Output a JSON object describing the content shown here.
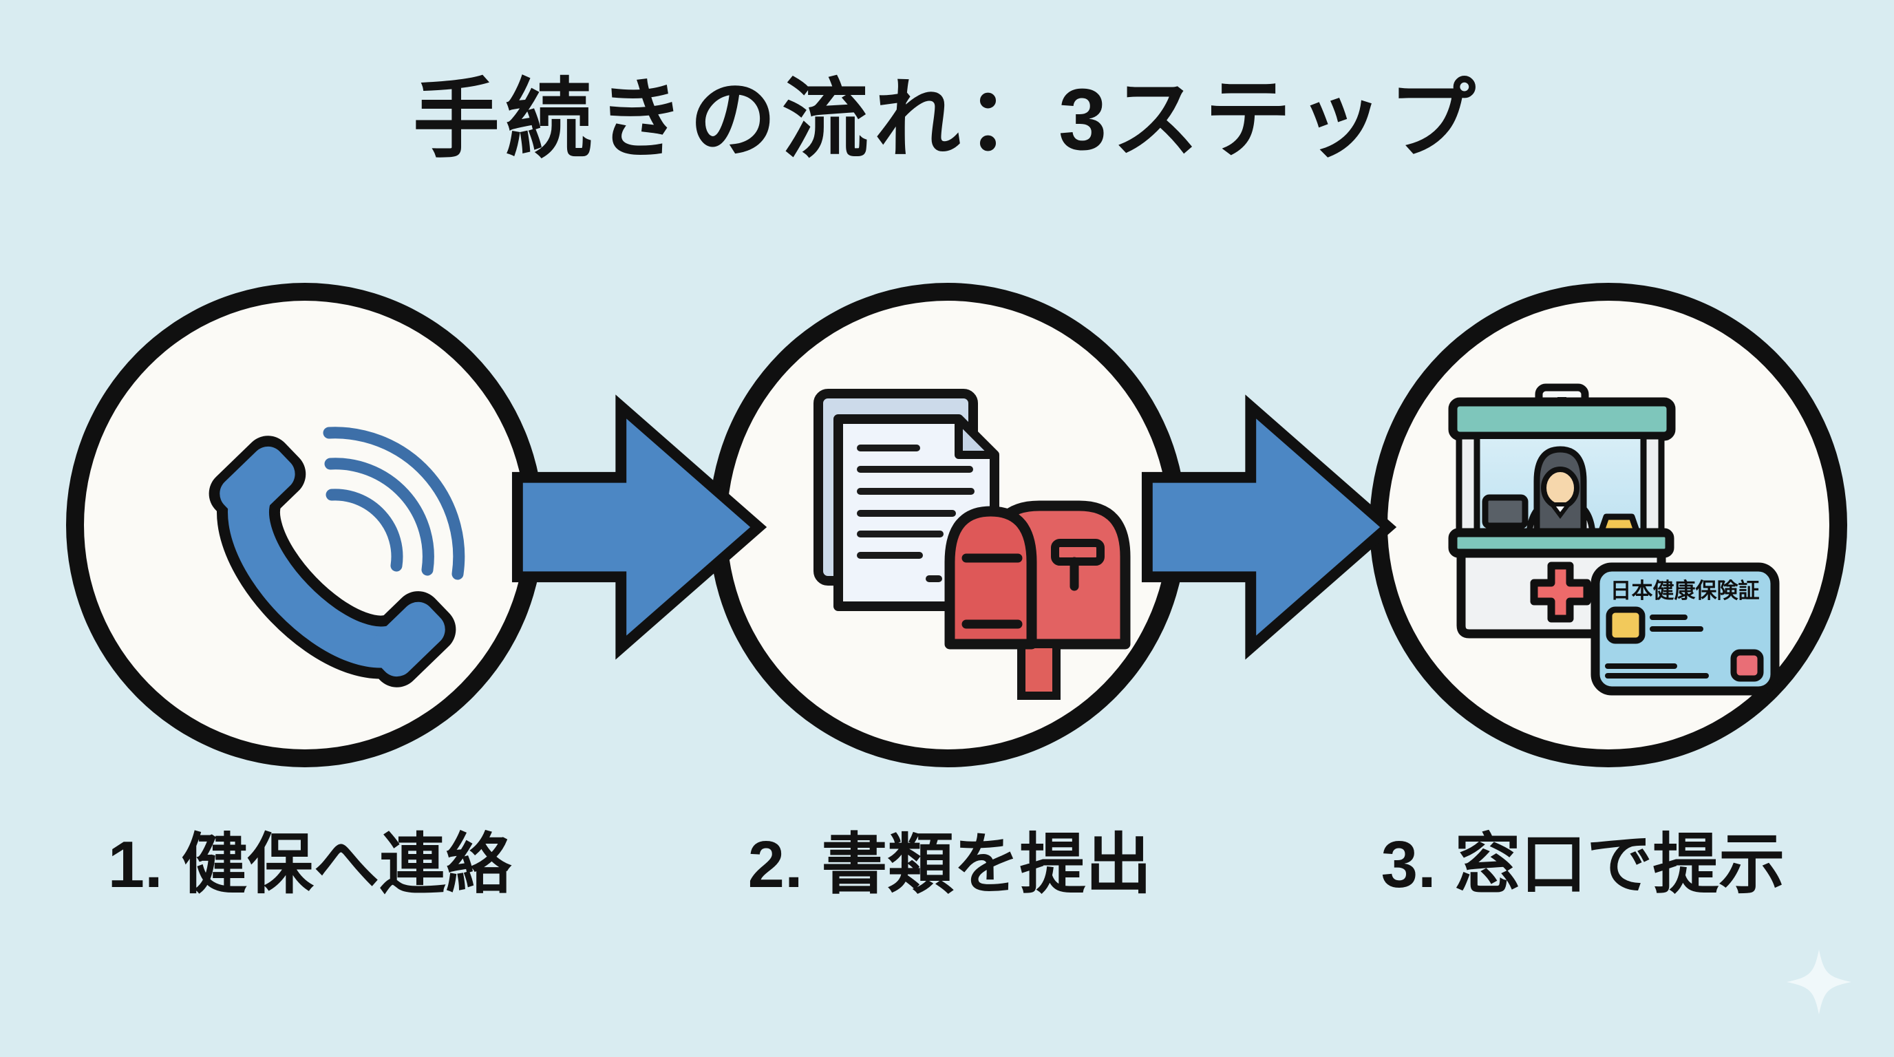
{
  "title": "手続きの流れ：3ステップ",
  "steps": [
    {
      "number": "1",
      "caption": "1. 健保へ連絡",
      "icon": "phone-with-sound-waves"
    },
    {
      "number": "2",
      "caption": "2. 書類を提出",
      "icon": "documents-and-mailbox"
    },
    {
      "number": "3",
      "caption": "3. 窓口で提示",
      "icon": "reception-counter-and-insurance-card"
    }
  ],
  "insurance_card": {
    "label": "日本健康保険証"
  },
  "icons": {
    "connector": "right-arrow",
    "decoration": "sparkle"
  },
  "colors": {
    "background": "#D9ECF1",
    "circle_fill": "#FBFAF6",
    "outline": "#101010",
    "accent_blue": "#4C87C4",
    "wave_blue": "#3D6FA8",
    "mailbox_red": "#DE5858",
    "booth_teal": "#7EC6BB",
    "card_blue": "#A2D5EA",
    "chip_yellow": "#F2C95B",
    "cross_red": "#ED6A6A",
    "text": "#121212"
  }
}
